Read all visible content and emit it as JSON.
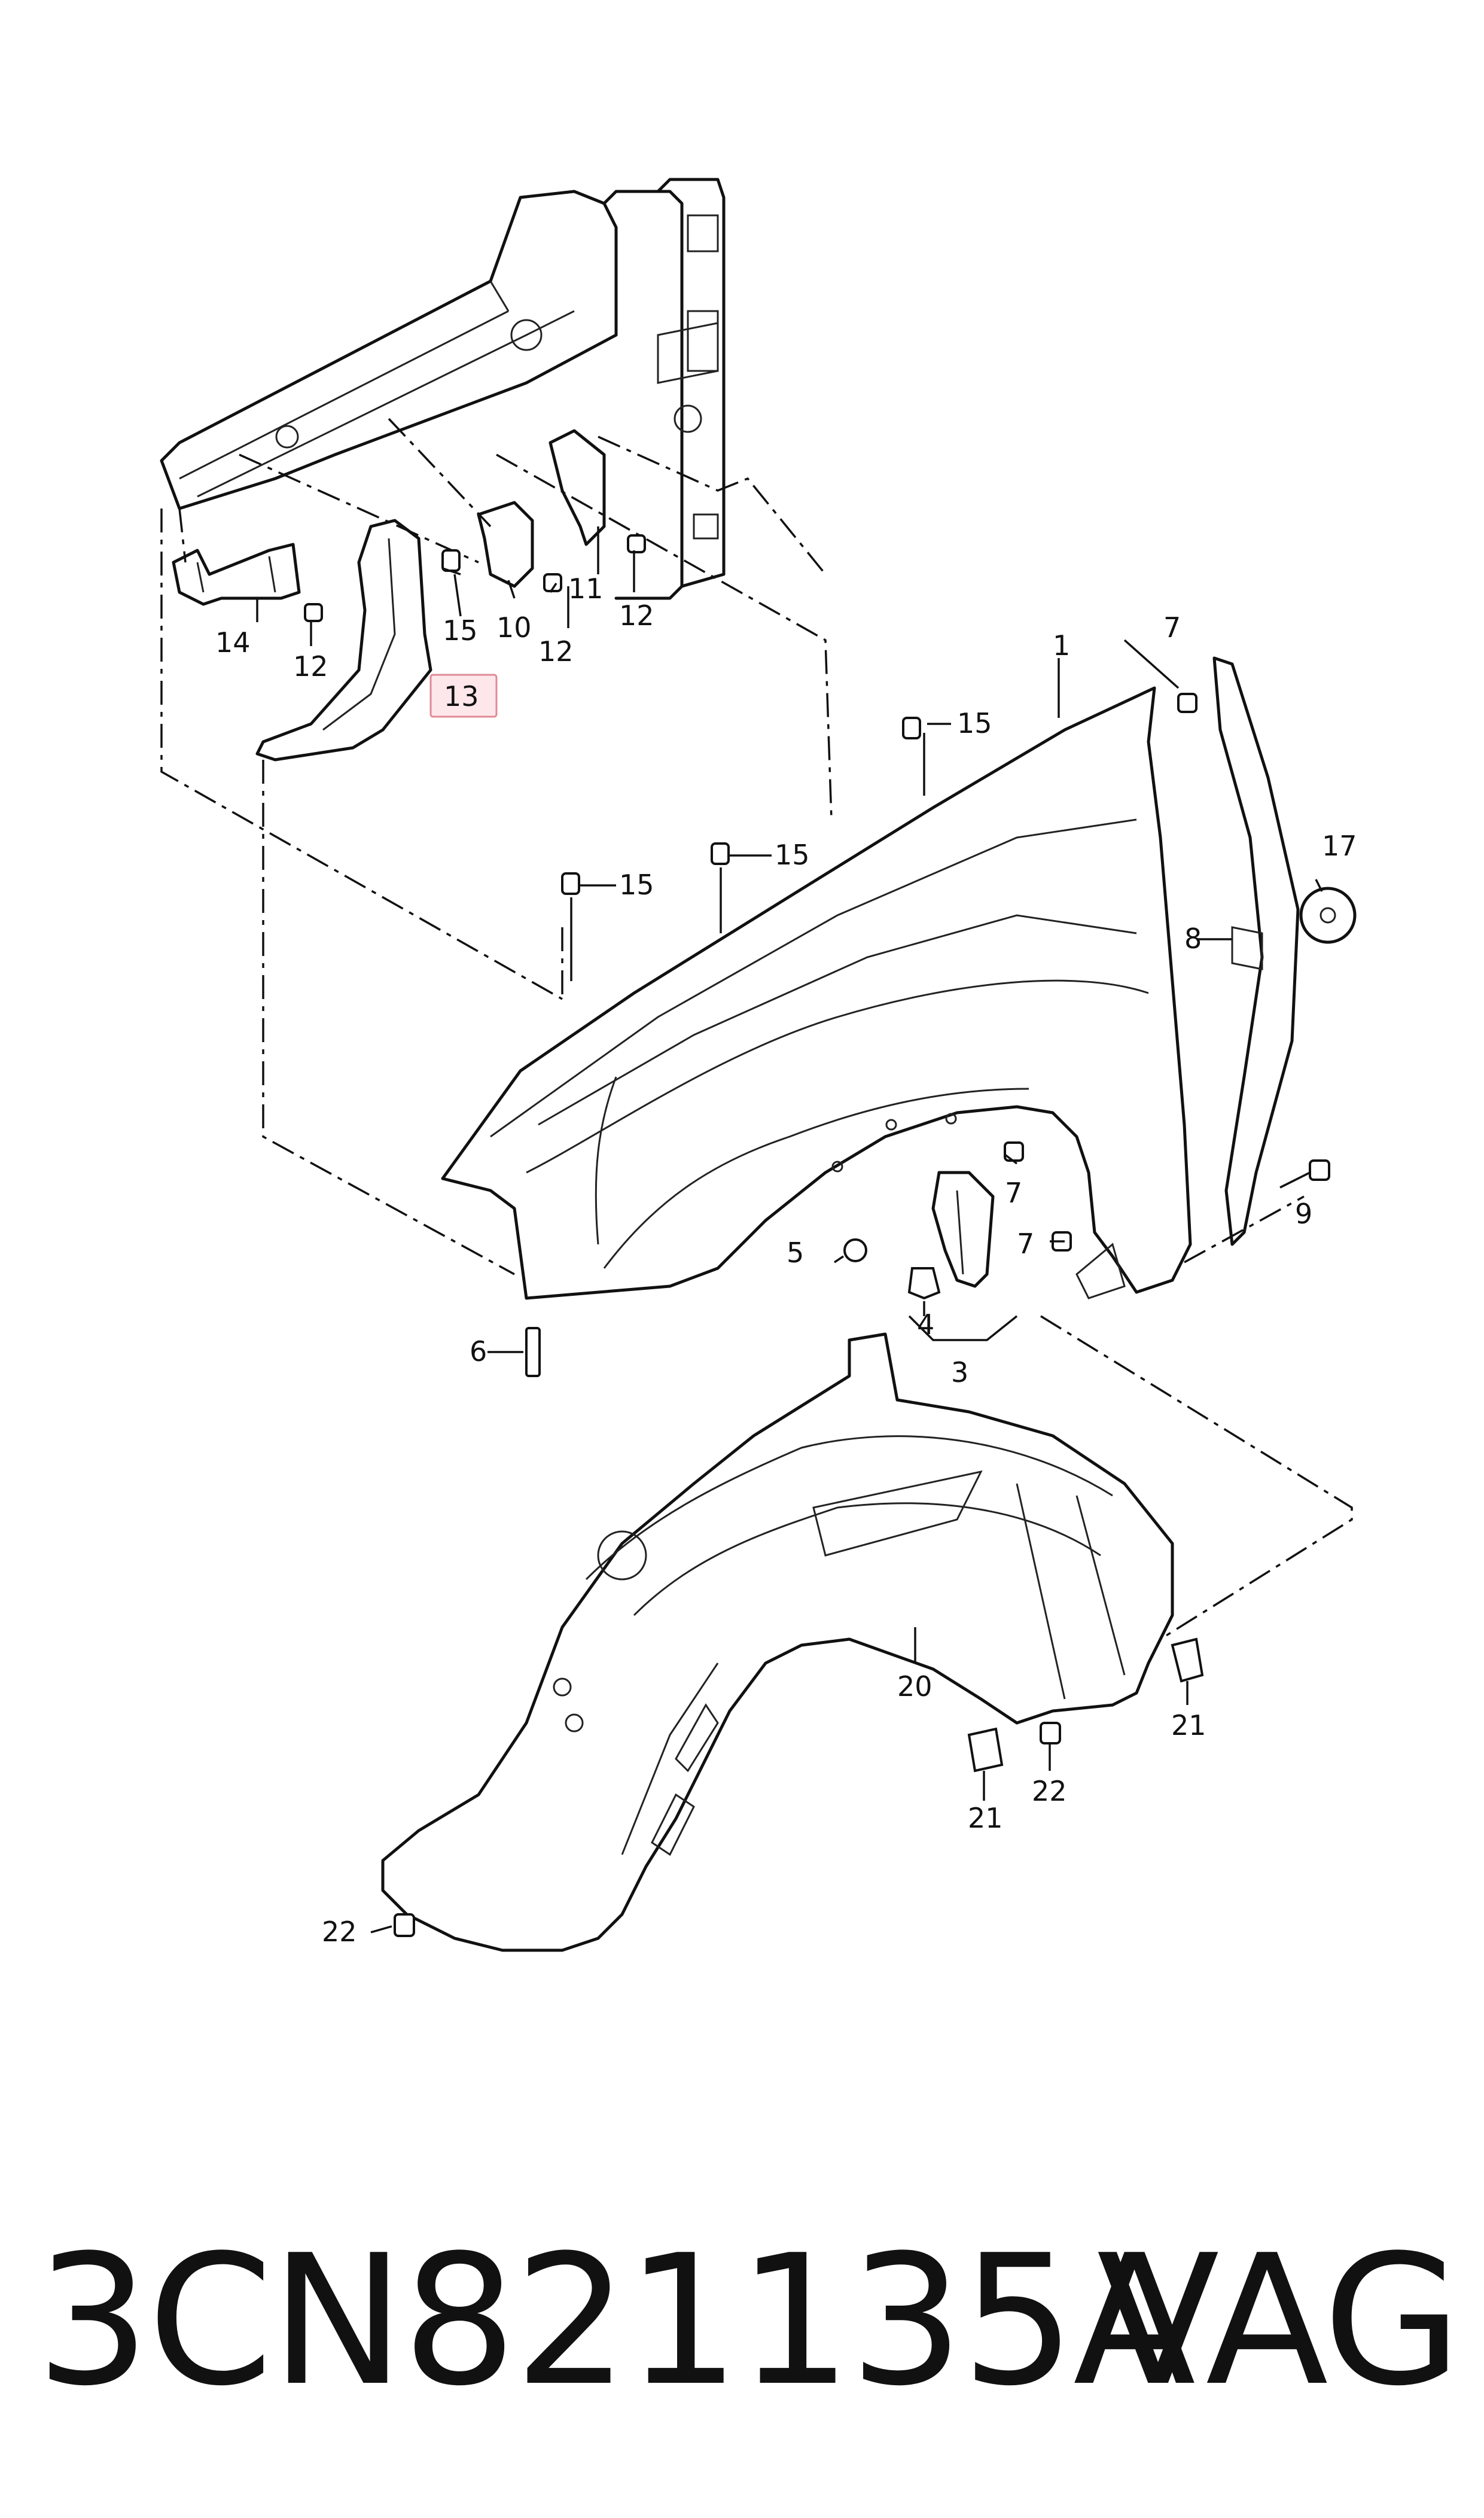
{
  "callouts": {
    "c1": "1",
    "c3": "3",
    "c4": "4",
    "c5": "5",
    "c6": "6",
    "c7a": "7",
    "c7b": "7",
    "c7c": "7",
    "c8": "8",
    "c9": "9",
    "c10": "10",
    "c11": "11",
    "c12a": "12",
    "c12b": "12",
    "c12c": "12",
    "c13": "13",
    "c14": "14",
    "c15a": "15",
    "c15b": "15",
    "c15c": "15",
    "c15d": "15",
    "c17": "17",
    "c20": "20",
    "c21a": "21",
    "c21b": "21",
    "c22a": "22",
    "c22b": "22"
  },
  "highlighted_callout": "13",
  "footer": {
    "part_number": "3CN821135A",
    "brand": "VAG"
  }
}
